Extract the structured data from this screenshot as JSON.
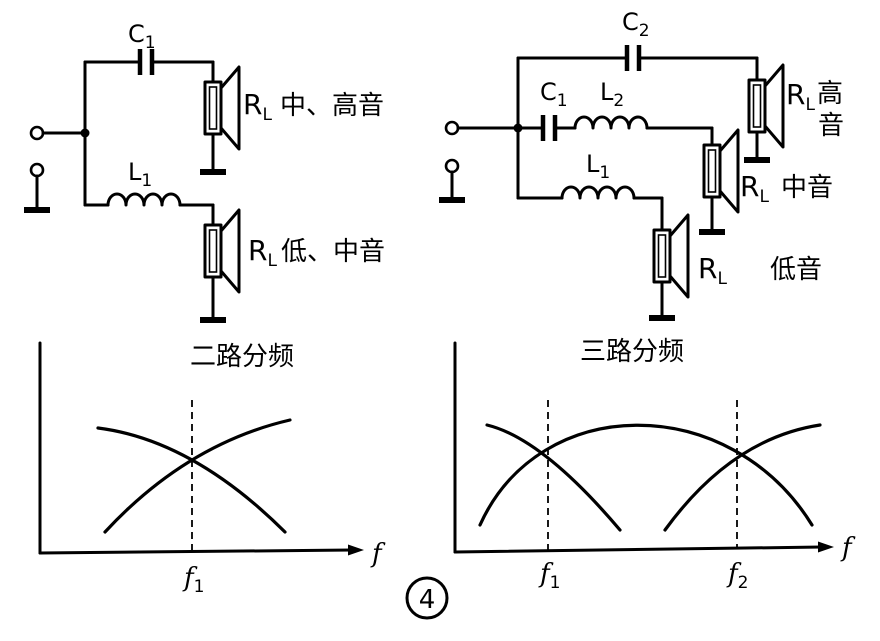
{
  "figure_number": "4",
  "two_way": {
    "title": "二路分频",
    "circuit": {
      "c1": {
        "letter": "C",
        "sub": "1"
      },
      "l1": {
        "letter": "L",
        "sub": "1"
      },
      "speaker_upper": {
        "r": "R",
        "sub": "L",
        "role": "中、高音"
      },
      "speaker_lower": {
        "r": "R",
        "sub": "L",
        "role": "低、中音"
      }
    },
    "response": {
      "axis_label": "f",
      "crossover": {
        "letter": "f",
        "sub": "1"
      }
    }
  },
  "three_way": {
    "title": "三路分频",
    "circuit": {
      "c1": {
        "letter": "C",
        "sub": "1"
      },
      "c2": {
        "letter": "C",
        "sub": "2"
      },
      "l1": {
        "letter": "L",
        "sub": "1"
      },
      "l2": {
        "letter": "L",
        "sub": "2"
      },
      "speaker_high": {
        "r": "R",
        "sub": "L",
        "role_line1": "高",
        "role_line2": "音"
      },
      "speaker_mid": {
        "r": "R",
        "sub": "L",
        "role": "中音"
      },
      "speaker_low": {
        "r": "R",
        "sub": "L",
        "role": "低音"
      }
    },
    "response": {
      "axis_label": "f",
      "crossover_1": {
        "letter": "f",
        "sub": "1"
      },
      "crossover_2": {
        "letter": "f",
        "sub": "2"
      }
    }
  }
}
